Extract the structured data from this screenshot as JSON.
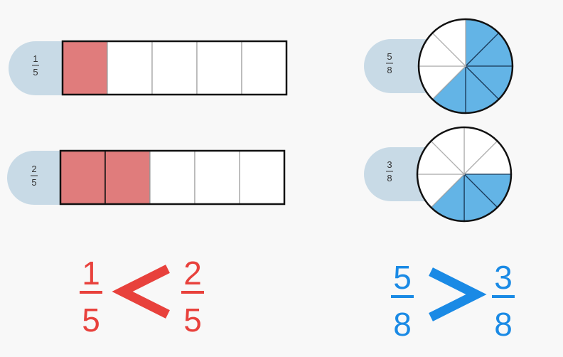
{
  "bars": [
    {
      "label": {
        "numerator": "1",
        "denominator": "5"
      },
      "parts": 5,
      "shaded": 1
    },
    {
      "label": {
        "numerator": "2",
        "denominator": "5"
      },
      "parts": 5,
      "shaded": 2
    }
  ],
  "circles": [
    {
      "label": {
        "numerator": "5",
        "denominator": "8"
      },
      "parts": 8,
      "shaded": 5
    },
    {
      "label": {
        "numerator": "3",
        "denominator": "8"
      },
      "parts": 8,
      "shaded": 3
    }
  ],
  "comparisons": [
    {
      "left": {
        "numerator": "1",
        "denominator": "5"
      },
      "symbol": "<",
      "right": {
        "numerator": "2",
        "denominator": "5"
      },
      "color": "#e8413c"
    },
    {
      "left": {
        "numerator": "5",
        "denominator": "8"
      },
      "symbol": ">",
      "right": {
        "numerator": "3",
        "denominator": "8"
      },
      "color": "#1a8ae5"
    }
  ],
  "colors": {
    "bar_fill": "#e07c7c",
    "circle_fill": "#63b4e6",
    "tab_fill": "#c8dae6",
    "divider": "#b0b0b0",
    "outline": "#111111"
  }
}
